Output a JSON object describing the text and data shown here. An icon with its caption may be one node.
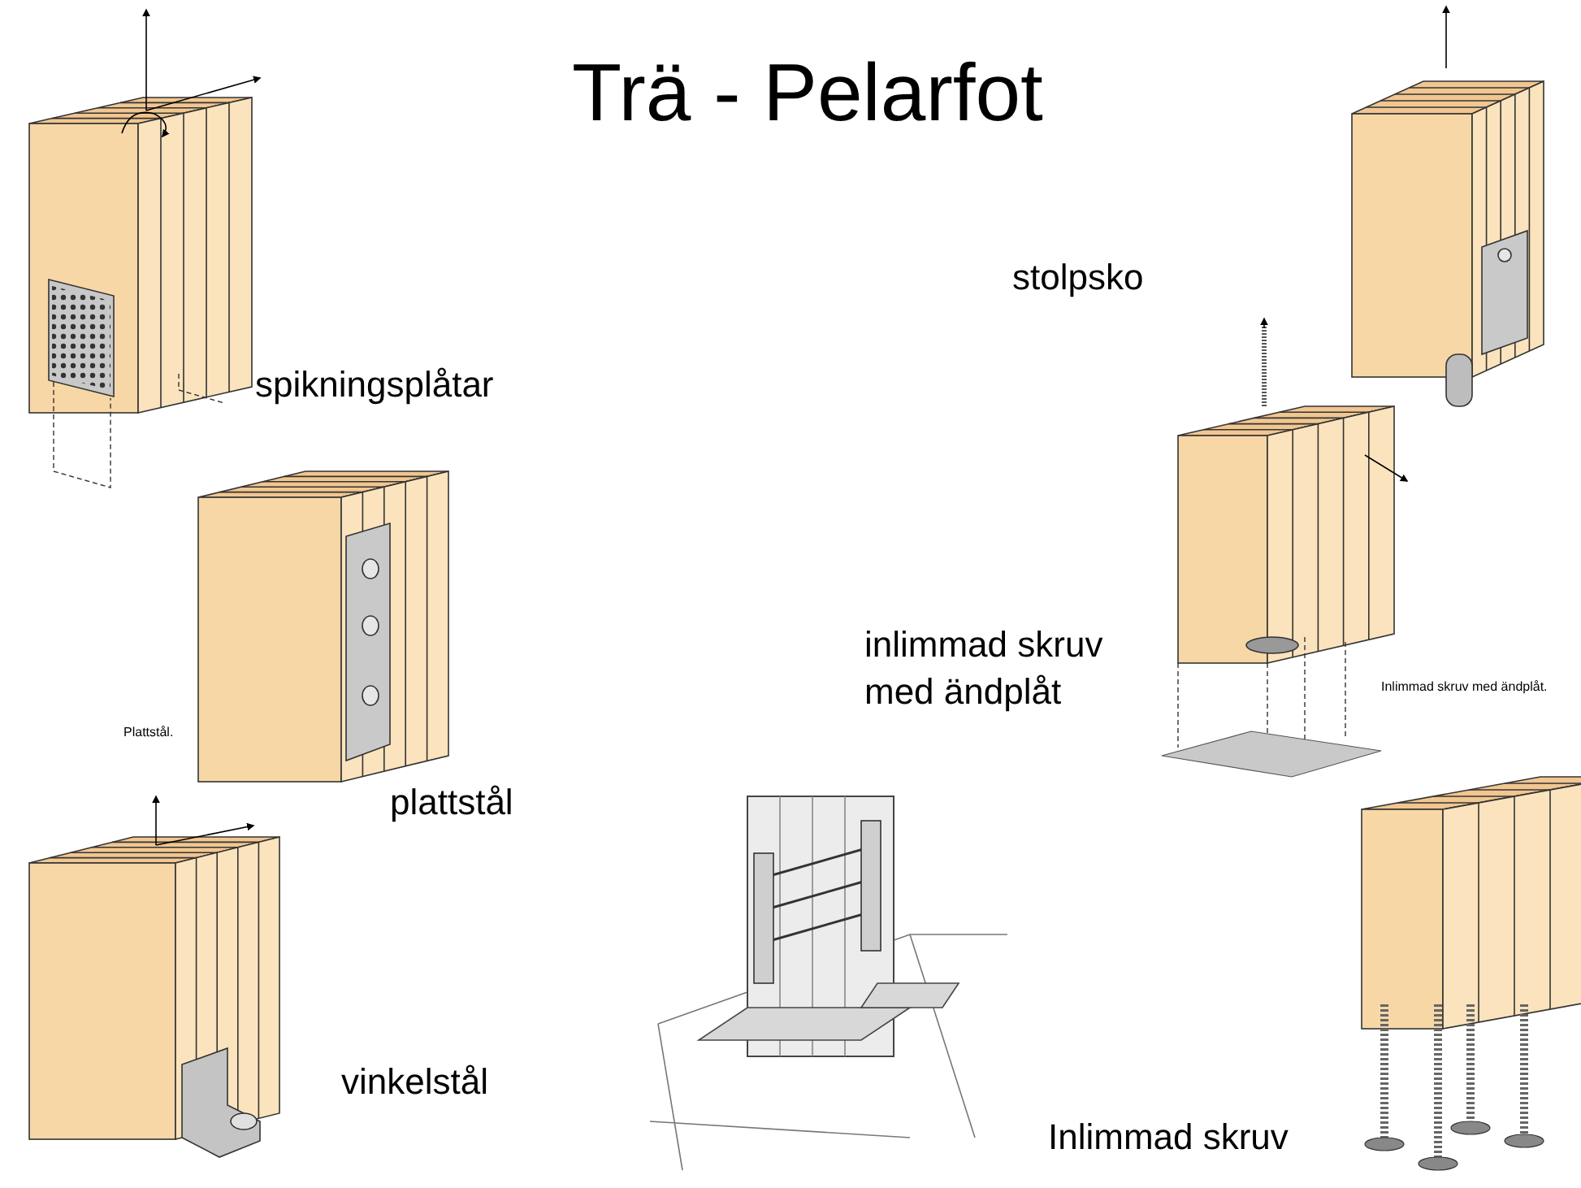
{
  "diagram": {
    "title": "Trä - Pelarfot",
    "labels": [
      "stolpsko",
      "spikningsplåtar",
      "inlimmad skruv med ändplåt",
      "Inlimmad skruv med ändplåt.",
      "Plattstål.",
      "plattstål",
      "vinkelstål",
      "Inlimmad skruv"
    ]
  }
}
